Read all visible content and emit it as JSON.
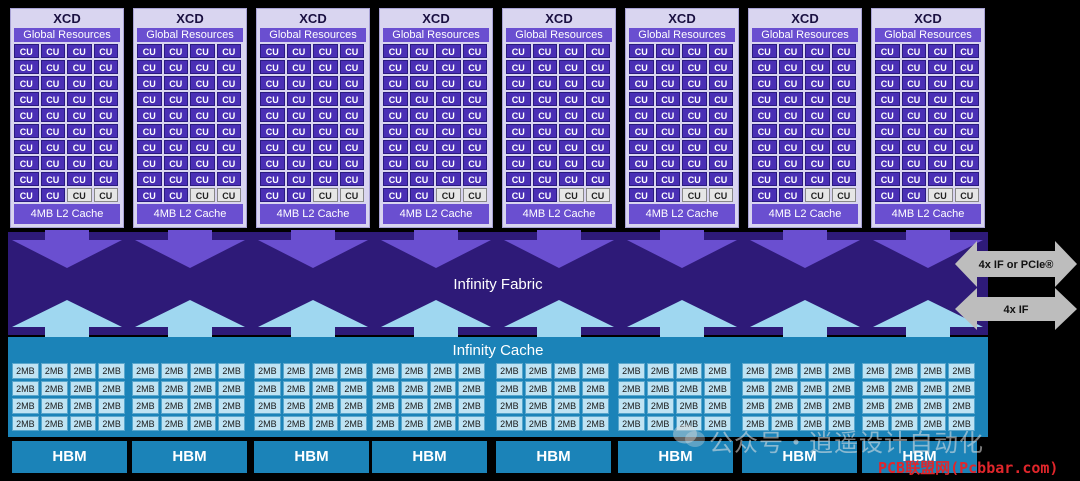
{
  "xcd": {
    "title": "XCD",
    "global_resources": "Global Resources",
    "cu_label": "CU",
    "l2_cache": "4MB L2 Cache",
    "count": 8,
    "cu_rows": 10,
    "cu_cols": 4,
    "disabled_cus_in_last_row": 2
  },
  "fabric": {
    "label": "Infinity Fabric"
  },
  "cache": {
    "label": "Infinity Cache",
    "block_label": "2MB",
    "rows": 4,
    "cols": 4
  },
  "hbm": {
    "label": "HBM"
  },
  "side_links": [
    {
      "label": "4x IF or PCIe®"
    },
    {
      "label": "4x IF"
    }
  ],
  "watermark": {
    "wechat": "公众号・逍遥设计自动化",
    "site": "PCB联盟网(Pcbbar.com)"
  },
  "colors": {
    "xcd_bg": "#d9d5f0",
    "cu_active": "#4a2fb5",
    "cu_disabled": "#e6e6e6",
    "fabric": "#2e1a78",
    "down_arrow": "#6a4fd0",
    "up_arrow": "#9fd7f0",
    "cache": "#1b83b8",
    "side_arrow": "#bdbdbd"
  }
}
